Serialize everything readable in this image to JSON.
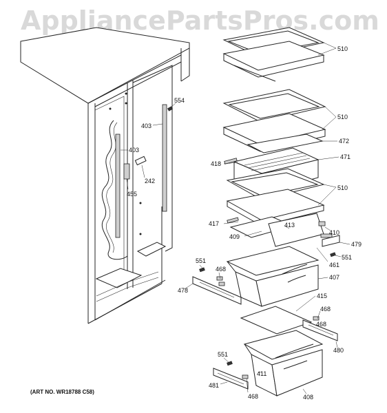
{
  "watermark": "AppliancePartsPros.com",
  "art_number": "(ART NO. WR18788 C58)",
  "callouts": [
    "510",
    "510",
    "472",
    "418",
    "471",
    "510",
    "417",
    "413",
    "410",
    "479",
    "409",
    "551",
    "461",
    "551",
    "468",
    "478",
    "407",
    "415",
    "468",
    "468",
    "480",
    "551",
    "411",
    "481",
    "468",
    "408",
    "554",
    "403",
    "403",
    "242",
    "455"
  ]
}
